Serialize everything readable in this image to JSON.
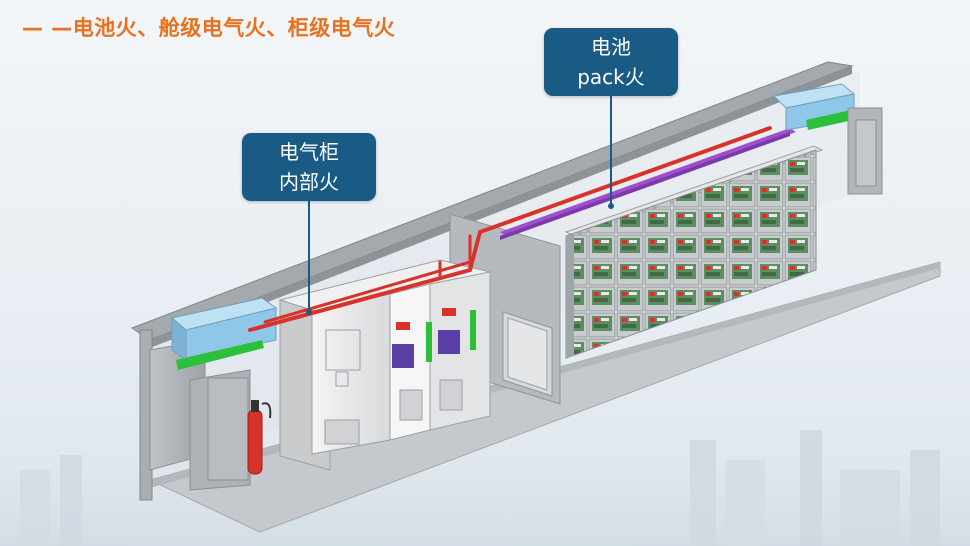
{
  "title": "— —电池火、舱级电气火、柜级电气火",
  "callouts": {
    "pack": {
      "line1": "电池",
      "line2": "pack火"
    },
    "cabinet": {
      "line1": "电气柜",
      "line2": "内部火"
    }
  },
  "colors": {
    "title": "#e8711f",
    "callout_bg": "#1a5b86",
    "fire_pipe": "#d8332b",
    "cable_tray": "#a04fd0",
    "hvac_unit": "#8ec7e8",
    "seal_green": "#2bbf3a",
    "battery_module": "#5f8d63"
  }
}
